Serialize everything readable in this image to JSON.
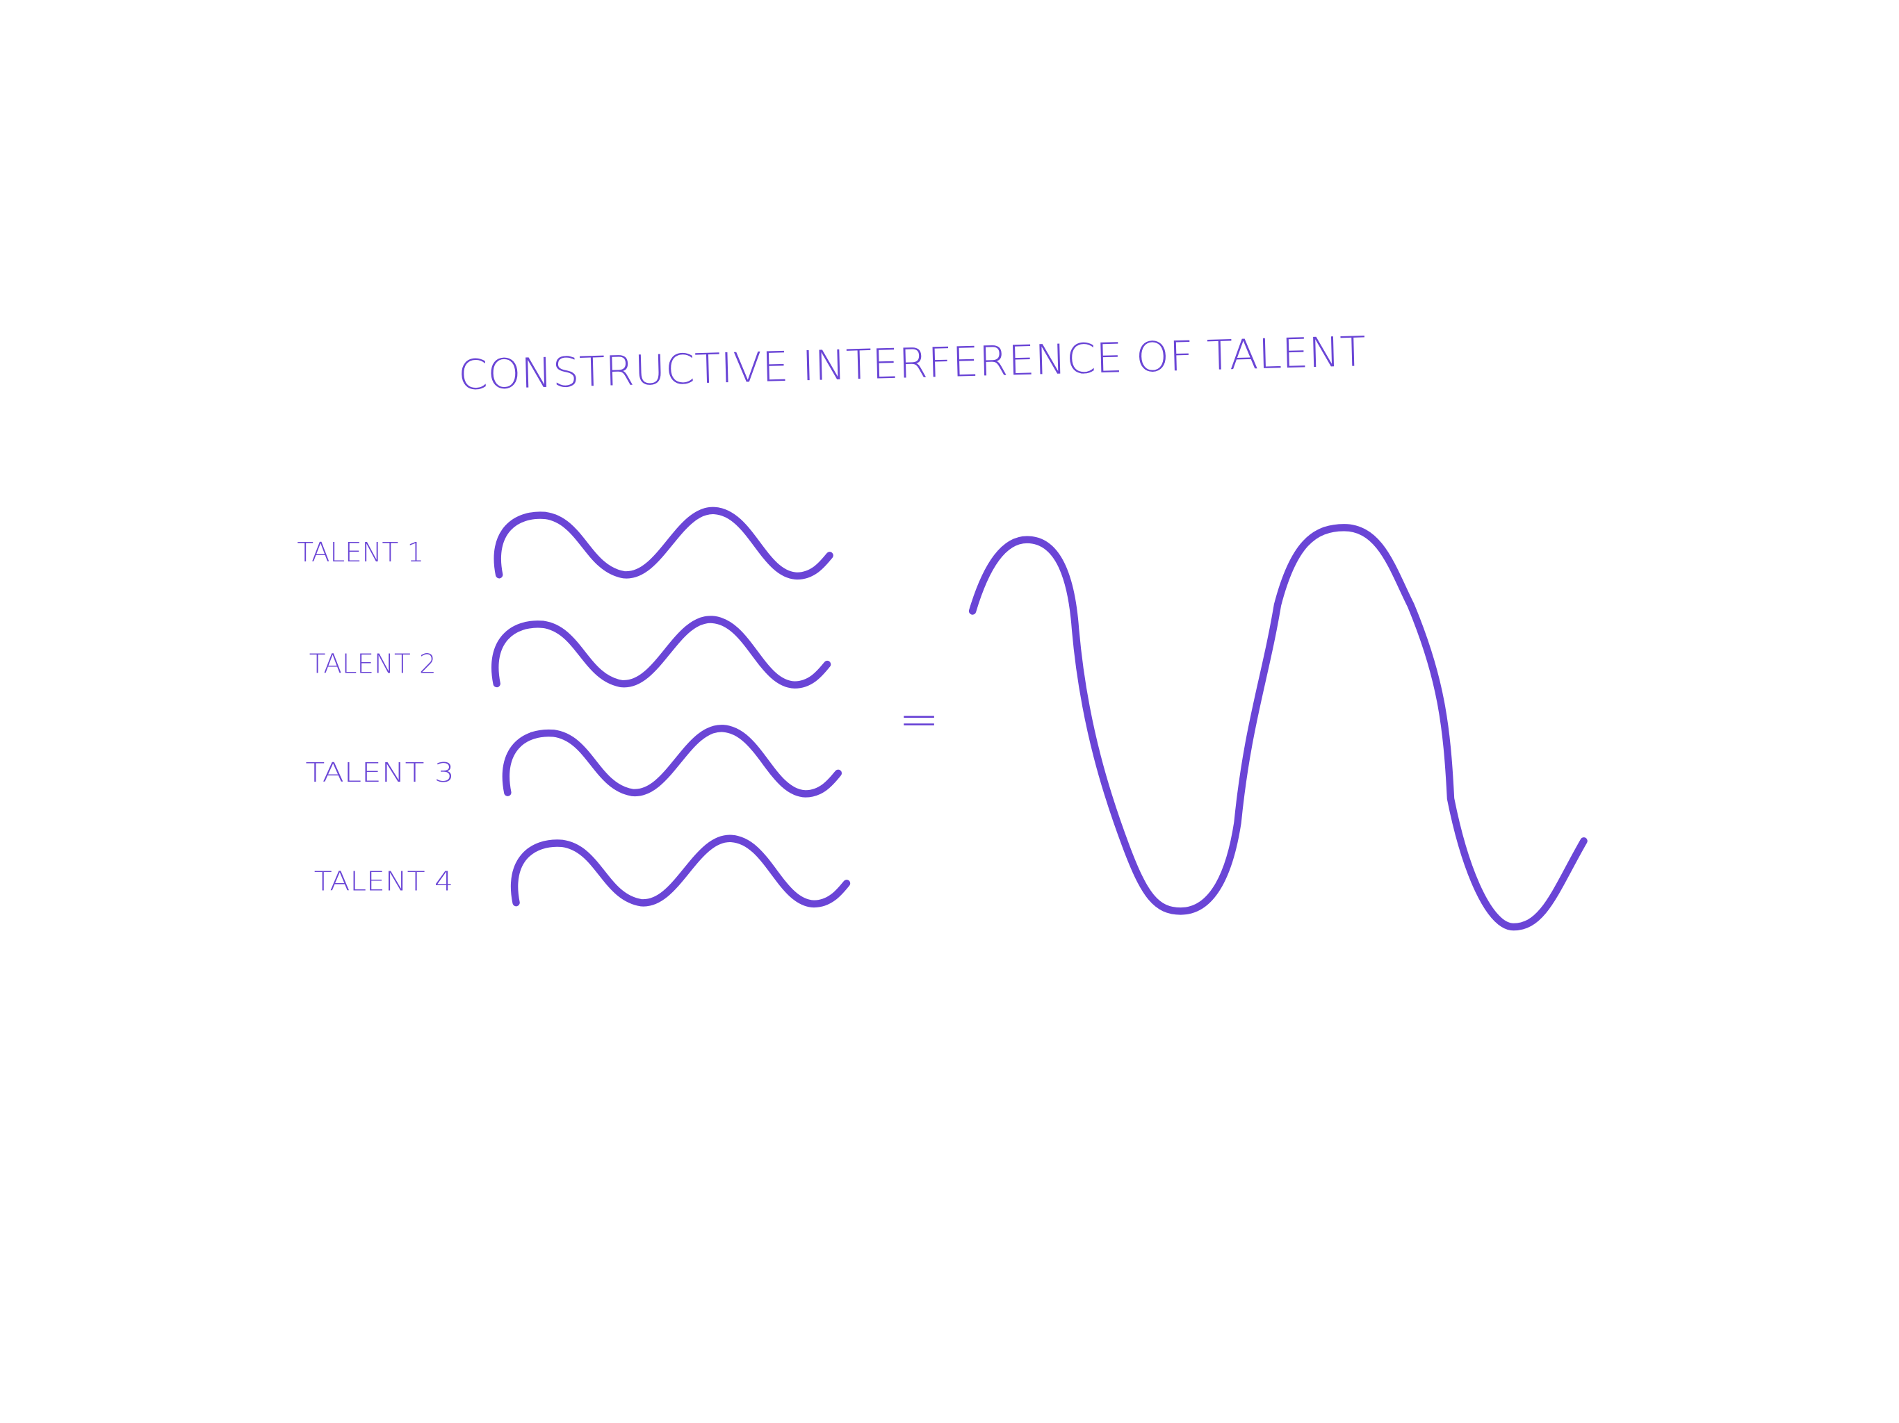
{
  "title": "CONSTRUCTIVE INTERFERENCE OF TALENT",
  "rows": [
    {
      "label": "TALENT 1"
    },
    {
      "label": "TALENT 2"
    },
    {
      "label": "TALENT 3"
    },
    {
      "label": "TALENT 4"
    }
  ],
  "equals": "=",
  "colors": {
    "ink": "#6a45d6",
    "background": "#ffffff"
  }
}
